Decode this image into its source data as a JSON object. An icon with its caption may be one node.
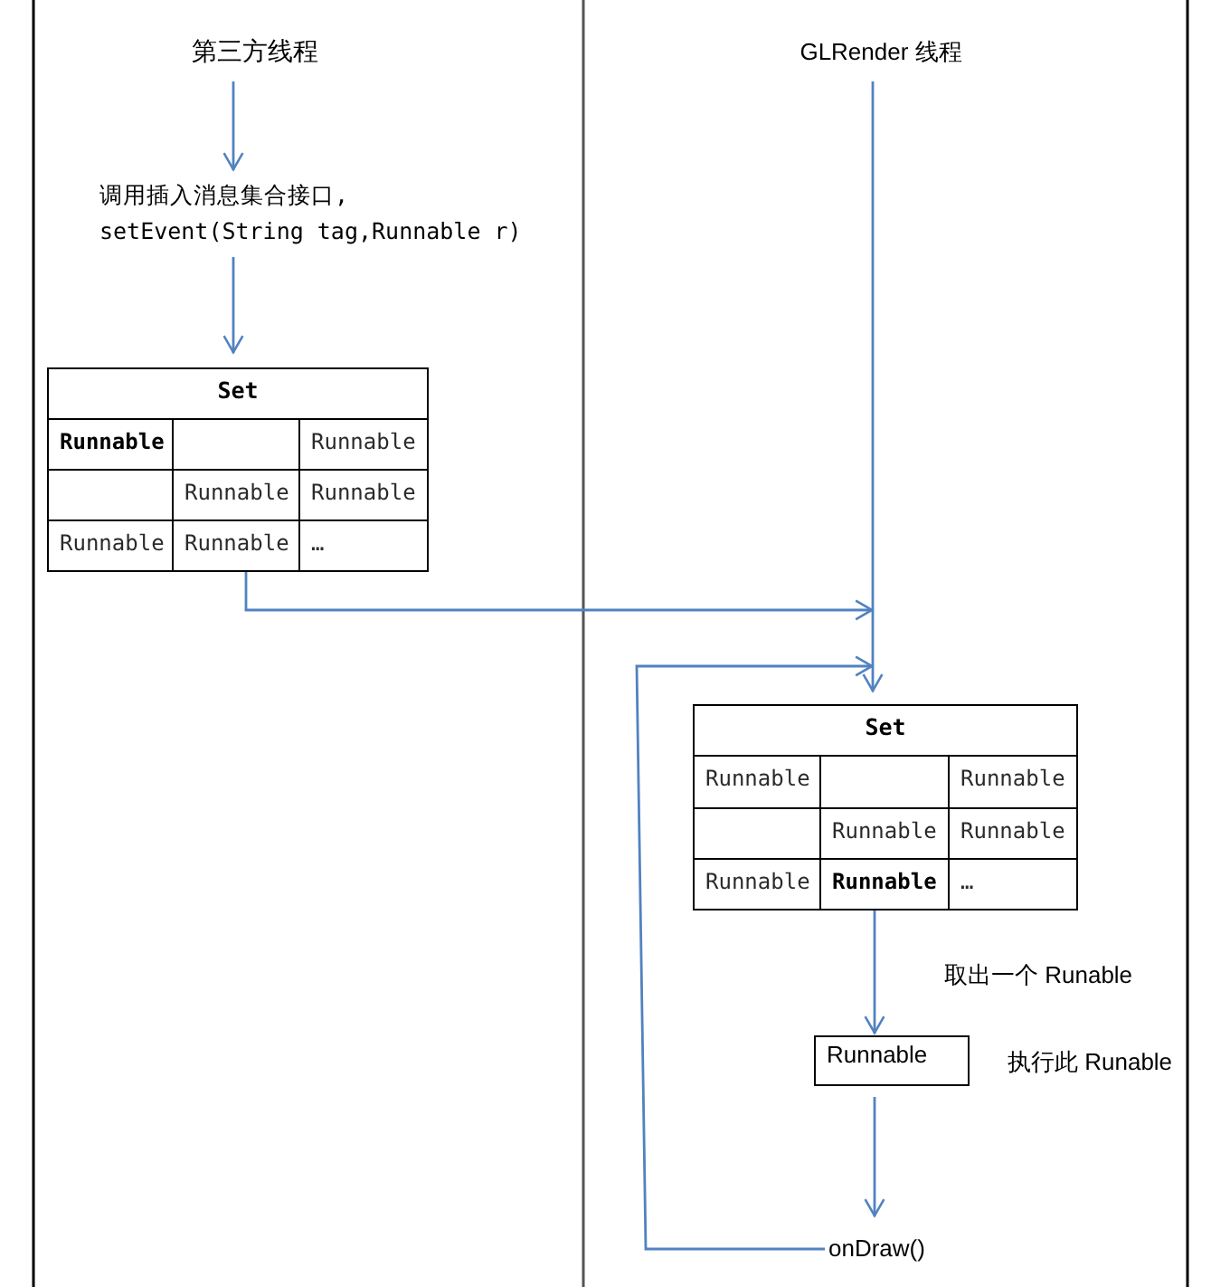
{
  "diagram": {
    "nodes": [
      {
        "text": [
          "第三方线程"
        ]
      },
      {
        "text": [
          "调用插入消息集合接口, setEvent(String tag,Runnable r)"
        ]
      },
      {
        "text": [
          "Set",
          "Runnable",
          "Runnable",
          "Runnable",
          "Runnable",
          "Runnable",
          "Runnable",
          "…"
        ]
      },
      {
        "text": [
          "GLRender 线程"
        ]
      },
      {
        "text": [
          "Set",
          "Runnable",
          "Runnable",
          "Runnable",
          "Runnable",
          "Runnable",
          "Runnable",
          "…"
        ]
      },
      {
        "text": [
          "Runnable"
        ],
        "beside": [
          "执行此 Runable"
        ]
      },
      {
        "text": [
          "onDraw()"
        ]
      }
    ],
    "edges": [
      {
        "from": 0,
        "to": 1,
        "arrow": "to"
      },
      {
        "from": 1,
        "to": 2,
        "arrow": "to"
      },
      {
        "from": 3,
        "to": 4,
        "arrow": "to"
      },
      {
        "from": 2,
        "to": 4,
        "arrow": "to"
      },
      {
        "from": 6,
        "to": 4,
        "arrow": "to"
      },
      {
        "from": 4,
        "to": 5,
        "arrow": "to",
        "label": "取出一个 Runable"
      },
      {
        "from": 5,
        "to": 6,
        "arrow": "to"
      }
    ]
  }
}
